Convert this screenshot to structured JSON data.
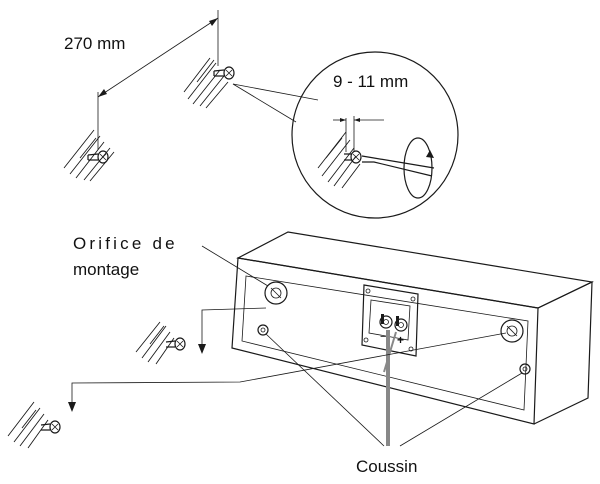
{
  "labels": {
    "distance_between_screws": "270 mm",
    "screw_protrusion": "9 - 11 mm",
    "mounting_hole_line1": "Orifice de",
    "mounting_hole_line2": "montage",
    "cushion": "Coussin"
  },
  "terminal_marks": {
    "negative": "−",
    "positive": "+"
  },
  "colors": {
    "line": "#1a1a1a",
    "cable": "#888888",
    "background": "#ffffff"
  }
}
